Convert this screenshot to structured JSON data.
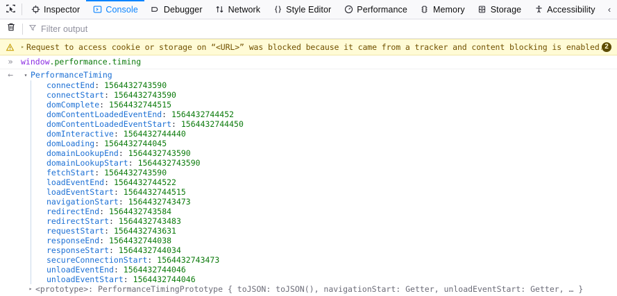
{
  "toolbar": {
    "picker_icon": "element-picker-icon",
    "overflow_label": "‹",
    "tabs": [
      {
        "id": "inspector",
        "label": "Inspector",
        "icon": "inspector-icon",
        "selected": false
      },
      {
        "id": "console",
        "label": "Console",
        "icon": "console-icon",
        "selected": true
      },
      {
        "id": "debugger",
        "label": "Debugger",
        "icon": "debugger-icon",
        "selected": false
      },
      {
        "id": "network",
        "label": "Network",
        "icon": "network-icon",
        "selected": false
      },
      {
        "id": "style-editor",
        "label": "Style Editor",
        "icon": "style-editor-icon",
        "selected": false
      },
      {
        "id": "performance",
        "label": "Performance",
        "icon": "performance-icon",
        "selected": false
      },
      {
        "id": "memory",
        "label": "Memory",
        "icon": "memory-icon",
        "selected": false
      },
      {
        "id": "storage",
        "label": "Storage",
        "icon": "storage-icon",
        "selected": false
      },
      {
        "id": "accessibility",
        "label": "Accessibility",
        "icon": "accessibility-icon",
        "selected": false
      }
    ]
  },
  "filter_bar": {
    "clear_icon": "trash-icon",
    "filter_icon": "funnel-icon",
    "filter_placeholder": "Filter output",
    "filter_value": ""
  },
  "console": {
    "warning": {
      "icon": "warning-triangle-icon",
      "twisty": "▸",
      "text": "Request to access cookie or storage on “<URL>” was blocked because it came from a tracker and content blocking is enabled.",
      "repeat_count": "2"
    },
    "input": {
      "gutter": "»",
      "object": "window",
      "sep1": ".",
      "prop1": "performance",
      "sep2": ".",
      "prop2": "timing"
    },
    "output": {
      "gutter": "←",
      "twisty": "▾",
      "title": "PerformanceTiming",
      "properties": [
        {
          "key": "connectEnd",
          "value": "1564432743590"
        },
        {
          "key": "connectStart",
          "value": "1564432743590"
        },
        {
          "key": "domComplete",
          "value": "1564432744515"
        },
        {
          "key": "domContentLoadedEventEnd",
          "value": "1564432744452"
        },
        {
          "key": "domContentLoadedEventStart",
          "value": "1564432744450"
        },
        {
          "key": "domInteractive",
          "value": "1564432744440"
        },
        {
          "key": "domLoading",
          "value": "1564432744045"
        },
        {
          "key": "domainLookupEnd",
          "value": "1564432743590"
        },
        {
          "key": "domainLookupStart",
          "value": "1564432743590"
        },
        {
          "key": "fetchStart",
          "value": "1564432743590"
        },
        {
          "key": "loadEventEnd",
          "value": "1564432744522"
        },
        {
          "key": "loadEventStart",
          "value": "1564432744515"
        },
        {
          "key": "navigationStart",
          "value": "1564432743473"
        },
        {
          "key": "redirectEnd",
          "value": "1564432743584"
        },
        {
          "key": "redirectStart",
          "value": "1564432743483"
        },
        {
          "key": "requestStart",
          "value": "1564432743631"
        },
        {
          "key": "responseEnd",
          "value": "1564432744038"
        },
        {
          "key": "responseStart",
          "value": "1564432744034"
        },
        {
          "key": "secureConnectionStart",
          "value": "1564432743473"
        },
        {
          "key": "unloadEventEnd",
          "value": "1564432744046"
        },
        {
          "key": "unloadEventStart",
          "value": "1564432744046"
        }
      ],
      "prototype": {
        "twisty": "▸",
        "text": "<prototype>: PerformanceTimingPrototype { toJSON: toJSON(), navigationStart: Getter, unloadEventStart: Getter, … }"
      }
    }
  },
  "colors": {
    "accent": "#0a84ff",
    "key": "#1b6fd4",
    "value": "#0b7a0b",
    "variable": "#8a2be2",
    "warning_bg": "#fffbd6",
    "warning_fg": "#715100"
  }
}
